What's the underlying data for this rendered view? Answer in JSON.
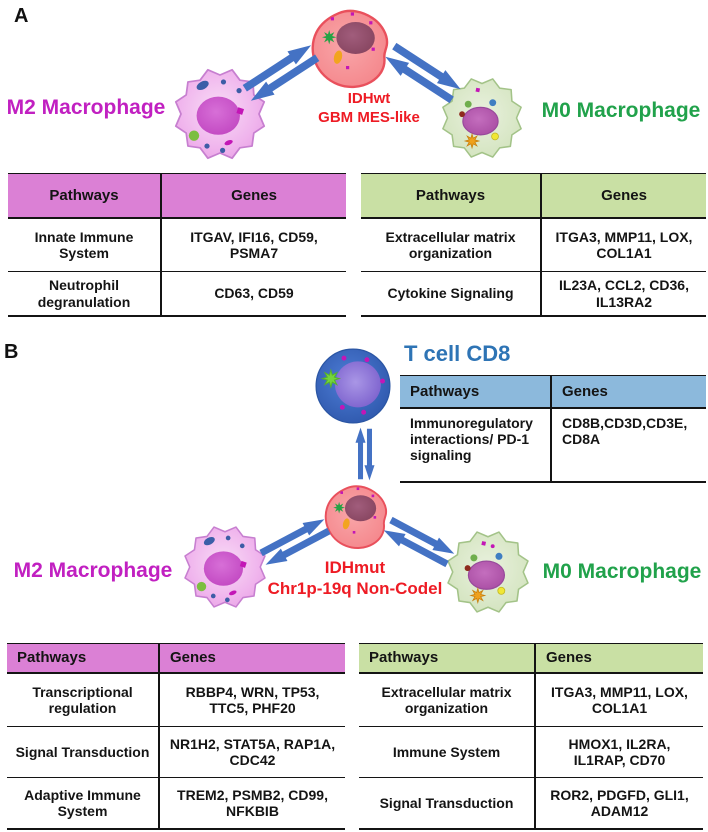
{
  "colors": {
    "m2-label": "#C120C1",
    "m0-label": "#21A24B",
    "tumor-label": "#EE1B24",
    "tcell-label": "#2E74B5",
    "arrow": "#4472C4",
    "magenta-header": "#DB80D5",
    "green-header": "#C9E0A4",
    "blue-header": "#8CB9DC"
  },
  "panelA": {
    "label": "A",
    "m2_label": "M2 Macrophage",
    "m0_label": "M0 Macrophage",
    "tumor_line1": "IDHwt",
    "tumor_line2": "GBM MES-like",
    "m2_table": {
      "headers": [
        "Pathways",
        "Genes"
      ],
      "rows": [
        {
          "pathway": "Innate Immune System",
          "genes": "ITGAV, IFI16, CD59, PSMA7"
        },
        {
          "pathway": "Neutrophil degranulation",
          "genes": "CD63, CD59"
        }
      ]
    },
    "m0_table": {
      "headers": [
        "Pathways",
        "Genes"
      ],
      "rows": [
        {
          "pathway": "Extracellular matrix organization",
          "genes": "ITGA3, MMP11, LOX, COL1A1"
        },
        {
          "pathway": "Cytokine Signaling",
          "genes": "IL23A, CCL2, CD36, IL13RA2"
        }
      ]
    }
  },
  "panelB": {
    "label": "B",
    "tcell_label": "T cell CD8",
    "m2_label": "M2 Macrophage",
    "m0_label": "M0 Macrophage",
    "tumor_line1": "IDHmut",
    "tumor_line2": "Chr1p-19q Non-Codel",
    "tcell_table": {
      "headers": [
        "Pathways",
        "Genes"
      ],
      "rows": [
        {
          "pathway": "Immunoregulatory interactions/ PD-1 signaling",
          "genes": "CD8B,CD3D,CD3E, CD8A"
        }
      ]
    },
    "m2_table": {
      "headers": [
        "Pathways",
        "Genes"
      ],
      "rows": [
        {
          "pathway": "Transcriptional regulation",
          "genes": "RBBP4, WRN, TP53, TTC5, PHF20"
        },
        {
          "pathway": "Signal Transduction",
          "genes": "NR1H2, STAT5A, RAP1A, CDC42"
        },
        {
          "pathway": "Adaptive Immune System",
          "genes": "TREM2, PSMB2, CD99, NFKBIB"
        }
      ]
    },
    "m0_table": {
      "headers": [
        "Pathways",
        "Genes"
      ],
      "rows": [
        {
          "pathway": "Extracellular matrix organization",
          "genes": "ITGA3, MMP11, LOX, COL1A1"
        },
        {
          "pathway": "Immune System",
          "genes": "HMOX1, IL2RA, IL1RAP, CD70"
        },
        {
          "pathway": "Signal Transduction",
          "genes": "ROR2, PDGFD, GLI1, ADAM12"
        }
      ]
    }
  }
}
